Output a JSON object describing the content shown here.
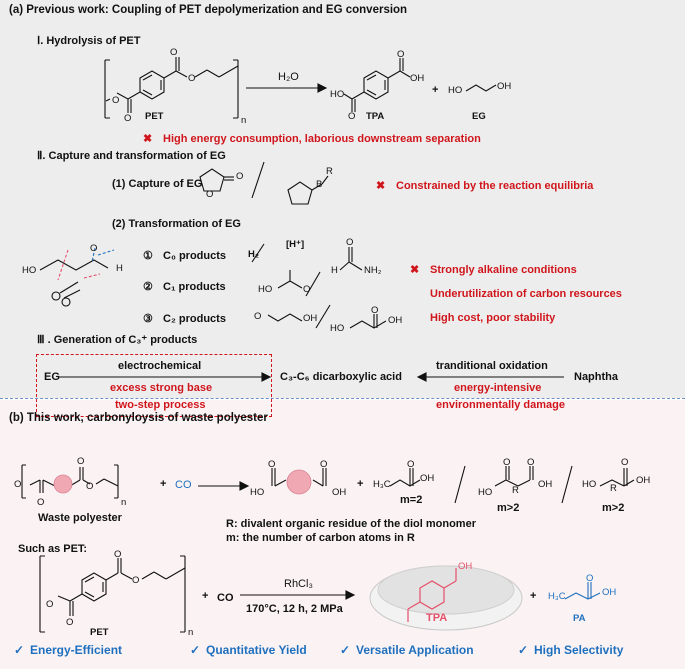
{
  "panel_a": {
    "title": "(a) Previous work: Coupling of PET depolymerization and EG conversion",
    "section1": {
      "heading": "Ⅰ. Hydrolysis of PET",
      "pet_label": "PET",
      "subscript_n": "n",
      "reagent": "H₂O",
      "tpa_label": "TPA",
      "plus": "+",
      "eg_label": "EG",
      "problem_mark": "✖",
      "problem": "High energy consumption, laborious downstream separation"
    },
    "section2": {
      "heading": "Ⅱ. Capture and transformation of EG",
      "capture_label": "(1) Capture of EG",
      "capture_problem": "Constrained by the reaction equilibria",
      "boron_r": "R",
      "boron_b": "B",
      "transform_label": "(2) Transformation of EG",
      "c0_num": "①",
      "c0_label": "C₀ products",
      "c0_h2": "H₂",
      "c0_h": "[H⁺]",
      "c1_num": "②",
      "c1_label": "C₁ products",
      "c2_num": "③",
      "c2_label": "C₂ products",
      "prob_mark": "✖",
      "prob1": "Strongly alkaline conditions",
      "prob2": "Underutilization of carbon resources",
      "prob3": "High cost, poor stability"
    },
    "section3": {
      "heading": "Ⅲ . Generation of C₃⁺ products",
      "eg": "EG",
      "electro": "electrochemical",
      "bad1": "excess strong base",
      "bad2": "two-step process",
      "center": "C₃-C₆ dicarboxylic acid",
      "trad": "tranditional oxidation",
      "bad3": "energy-intensive",
      "bad4": "environmentally damage",
      "naphtha": "Naphtha"
    }
  },
  "panel_b": {
    "title": "(b) This work, carbonyloysis of waste polyester",
    "waste": "Waste polyester",
    "co": "CO",
    "m2": "m=2",
    "mgt1": "m>2",
    "mgt2": "m>2",
    "r_def": "R: divalent organic residue of the diol monomer",
    "m_def": "m: the number of carbon atoms in R",
    "such_as": "Such as PET:",
    "pet": "PET",
    "catalyst": "RhCl₃",
    "conditions": "170°C, 12 h, 2 MPa",
    "tpa": "TPA",
    "pa": "PA",
    "features": [
      "Energy-Efficient",
      "Quantitative Yield",
      "Versatile Application",
      "High Selectivity"
    ],
    "check": "✓"
  },
  "colors": {
    "red": "#d0161c",
    "blue": "#1f6fbf",
    "pink": "#e5506a",
    "panel_a_bg": "#ededed",
    "panel_b_bg": "#fbf3f3"
  }
}
